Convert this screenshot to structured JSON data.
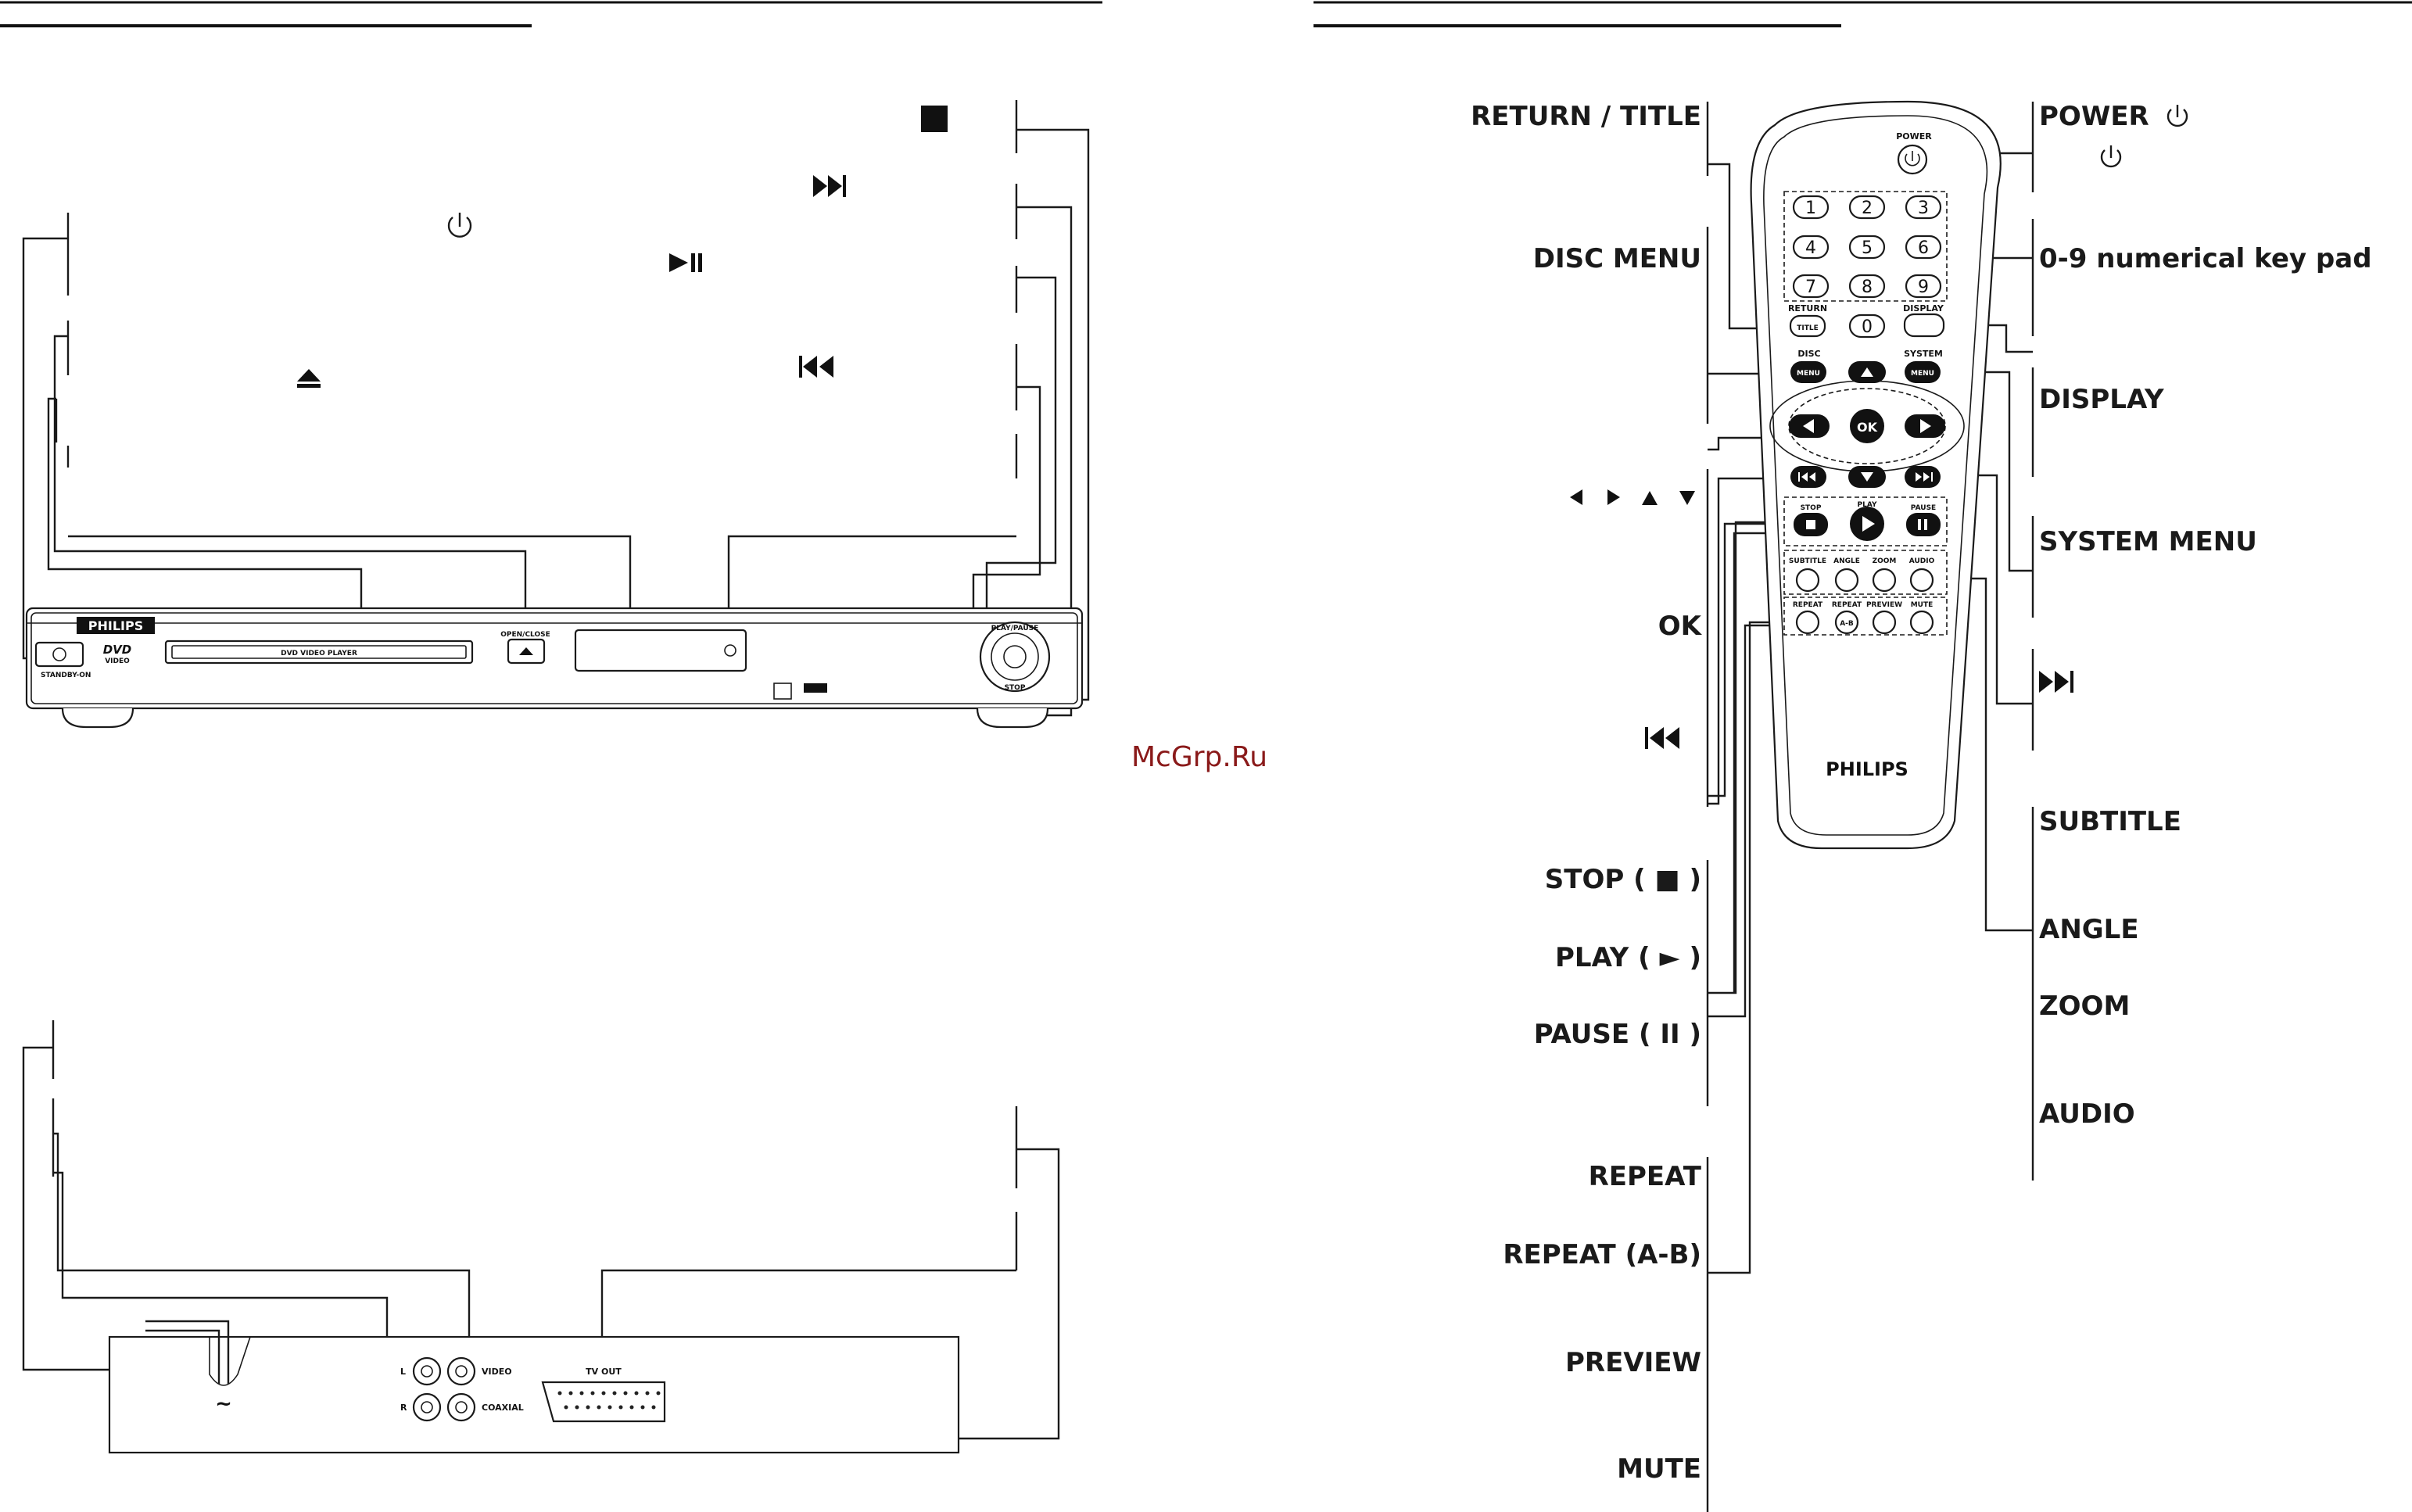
{
  "watermark": "McGrp.Ru",
  "brand": "PHILIPS",
  "front_panel": {
    "tray_label": "DVD VIDEO PLAYER",
    "open_close_label": "OPEN/CLOSE",
    "standby_label": "STANDBY-ON",
    "dvd_logo": "DVD",
    "dvd_sub": "VIDEO",
    "play_pause_label": "PLAY/PAUSE",
    "stop_label": "STOP"
  },
  "rear_panel": {
    "l_label": "L",
    "r_label": "R",
    "video_label": "VIDEO",
    "coaxial_label": "COAXIAL",
    "tv_out_label": "TV OUT",
    "mains_symbol": "~"
  },
  "remote": {
    "power_label": "POWER",
    "keys": [
      "1",
      "2",
      "3",
      "4",
      "5",
      "6",
      "7",
      "8",
      "9",
      "0"
    ],
    "return_label": "RETURN",
    "title_label": "TITLE",
    "display_label": "DISPLAY",
    "disc_label": "DISC",
    "system_label": "SYSTEM",
    "menu_label": "MENU",
    "ok_label": "OK",
    "stop_label": "STOP",
    "play_label": "PLAY",
    "pause_label": "PAUSE",
    "subtitle_label": "SUBTITLE",
    "angle_label": "ANGLE",
    "zoom_label": "ZOOM",
    "audio_label": "AUDIO",
    "repeat_label": "REPEAT",
    "ab_label": "A-B",
    "preview_label": "PREVIEW",
    "mute_label": "MUTE",
    "brand": "PHILIPS"
  },
  "callouts_left": {
    "return_title": "RETURN / TITLE",
    "disc_menu": "DISC MENU",
    "ok": "OK",
    "stop": "STOP ( ■ )",
    "play": "PLAY ( ► )",
    "pause": "PAUSE ( II )",
    "repeat": "REPEAT",
    "repeat_ab": "REPEAT (A-B)",
    "preview": "PREVIEW",
    "mute": "MUTE"
  },
  "callouts_right": {
    "power": "POWER",
    "keypad": "0-9 numerical key pad",
    "display": "DISPLAY",
    "system_menu": "SYSTEM MENU",
    "subtitle": "SUBTITLE",
    "angle": "ANGLE",
    "zoom": "ZOOM",
    "audio": "AUDIO"
  },
  "icons": [
    "stop-icon",
    "next-icon",
    "power-icon",
    "play-pause-icon",
    "eject-icon",
    "previous-icon",
    "arrow-left-icon",
    "arrow-right-icon",
    "arrow-up-icon",
    "arrow-down-icon"
  ]
}
